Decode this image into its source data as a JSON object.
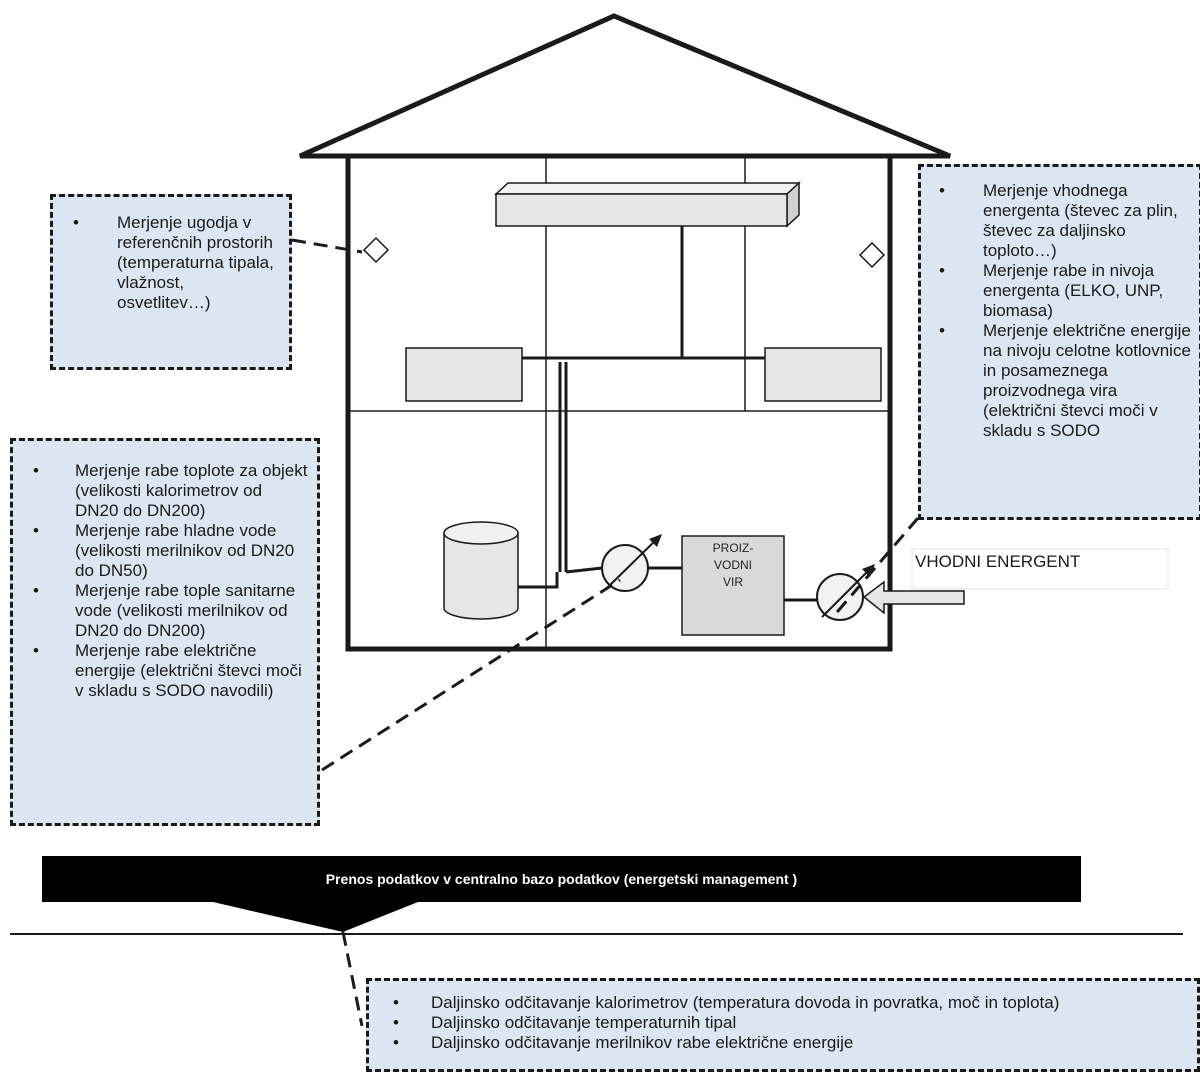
{
  "boxes": {
    "comfort": {
      "items": [
        "Merjenje ugodja v referenčnih prostorih (temperaturna tipala, vlažnost, osvetlitev…)"
      ]
    },
    "input_energy": {
      "items": [
        "Merjenje vhodnega energenta (števec za plin, števec za daljinsko toploto…)",
        "Merjenje rabe in nivoja energenta (ELKO, UNP, biomasa)",
        "Merjenje električne energije na nivoju celotne kotlovnice in posameznega proizvodnega vira (električni števci moči v skladu s SODO"
      ]
    },
    "consumption": {
      "items": [
        "Merjenje rabe toplote za objekt  (velikosti kalorimetrov od DN20 do DN200)",
        "Merjenje rabe hladne vode (velikosti merilnikov od DN20 do DN50)",
        "Merjenje rabe tople sanitarne vode (velikosti merilnikov od DN20 do DN200)",
        "Merjenje rabe električne energije (električni števci moči v skladu s SODO navodili)"
      ]
    },
    "remote": {
      "items": [
        "Daljinsko odčitavanje kalorimetrov (temperatura dovoda in povratka, moč in toplota)",
        "Daljinsko odčitavanje temperaturnih tipal",
        "Daljinsko odčitavanje merilnikov rabe električne energije"
      ]
    }
  },
  "labels": {
    "source_line1": "PROIZ-",
    "source_line2": "VODNI",
    "source_line3": "VIR",
    "input_energy": "VHODNI ENERGENT",
    "banner": "Prenos podatkov v centralno bazo podatkov (energetski management )"
  },
  "colors": {
    "box_fill": "#dce6f2",
    "equipment_fill": "#e6e6e6",
    "banner_fill": "#000000",
    "line": "#1a1a1a"
  }
}
